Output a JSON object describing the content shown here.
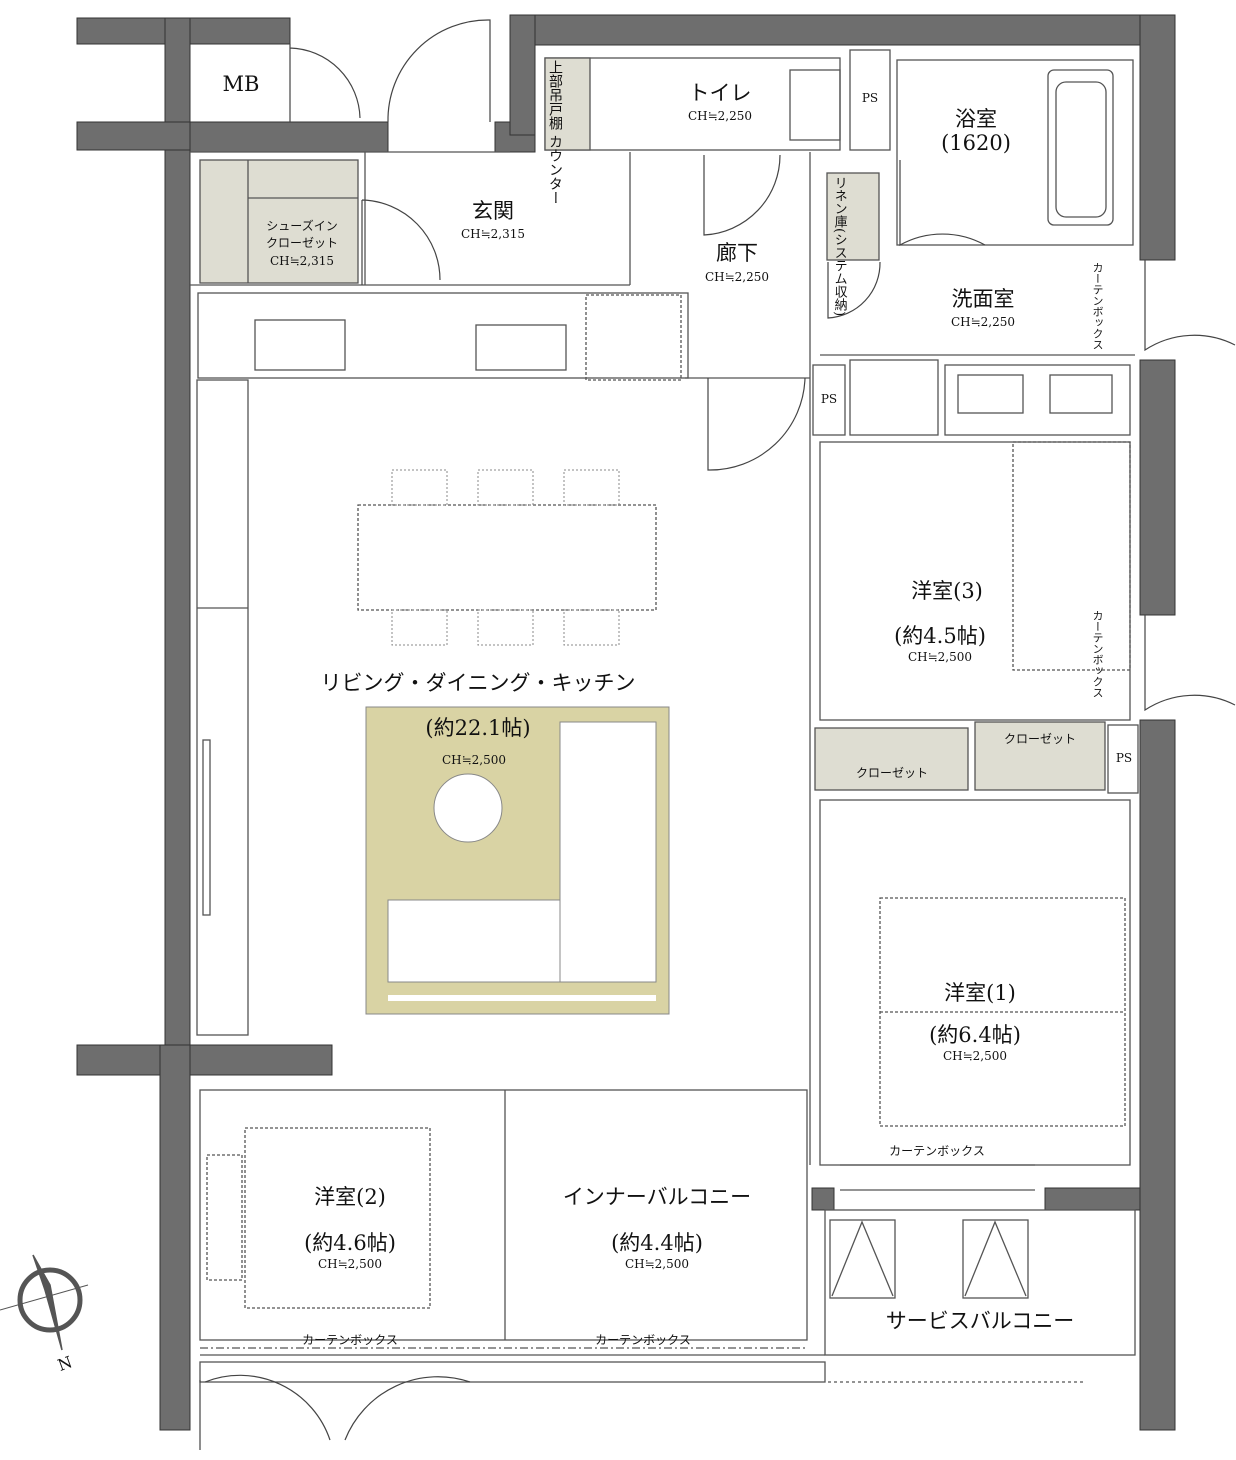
{
  "rooms": {
    "mb": "MB",
    "toilet": {
      "name": "トイレ",
      "ch": "CH≒2,250"
    },
    "counter": {
      "line1": "カウンター",
      "line2": "上部吊戸棚"
    },
    "ps": "PS",
    "bath": {
      "name": "浴室",
      "size": "(1620)"
    },
    "entrance": {
      "name": "玄関",
      "ch": "CH≒2,315"
    },
    "shoe_closet": {
      "line1": "シューズイン",
      "line2": "クローゼット",
      "ch": "CH≒2,315"
    },
    "hallway": {
      "name": "廊下",
      "ch": "CH≒2,250"
    },
    "linen": {
      "line1": "リネン庫",
      "line2": "(システム収納)"
    },
    "washroom": {
      "name": "洗面室",
      "ch": "CH≒2,250"
    },
    "curtain_box": "カーテンボックス",
    "western3": {
      "name": "洋室(3)",
      "size": "(約4.5帖)",
      "ch": "CH≒2,500"
    },
    "closet": "クローゼット",
    "ldk": {
      "name": "リビング・ダイニング・キッチン",
      "size": "(約22.1帖)",
      "ch": "CH≒2,500"
    },
    "western1": {
      "name": "洋室(1)",
      "size": "(約6.4帖)",
      "ch": "CH≒2,500"
    },
    "western2": {
      "name": "洋室(2)",
      "size": "(約4.6帖)",
      "ch": "CH≒2,500"
    },
    "inner_balcony": {
      "name": "インナーバルコニー",
      "size": "(約4.4帖)",
      "ch": "CH≒2,500"
    },
    "service_balcony": "サービスバルコニー"
  },
  "compass": {
    "label": "N"
  },
  "colors": {
    "wall": "#6e6e6e",
    "storage": "#deddd2",
    "rug": "#d9d3a4",
    "line": "#555555"
  }
}
